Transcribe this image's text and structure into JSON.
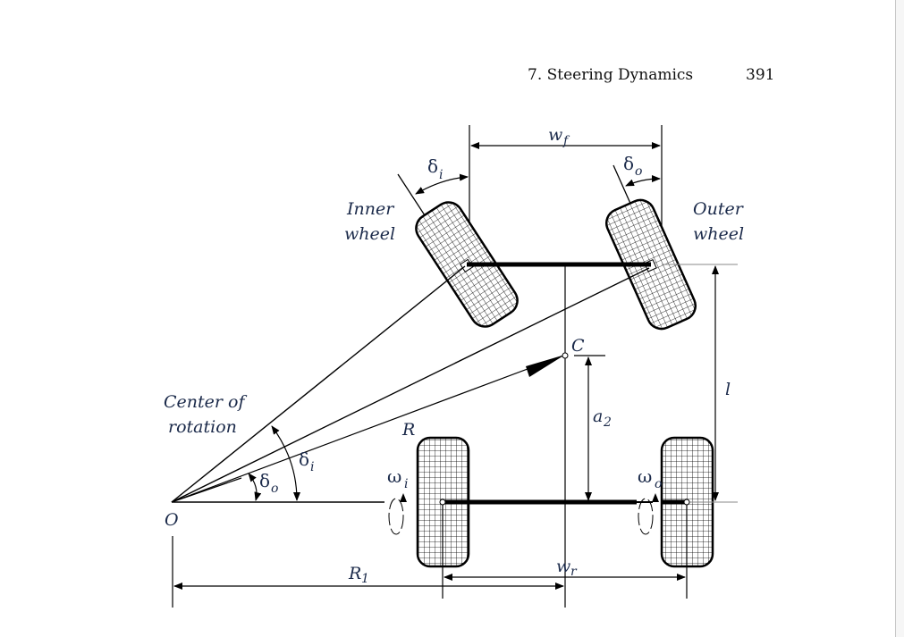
{
  "header": {
    "chapter": "7.  Steering Dynamics",
    "page_number": "391"
  },
  "figure": {
    "labels": {
      "wf": "w",
      "wf_sub": "f",
      "delta_i_top": "δ",
      "delta_i_top_sub": "i",
      "delta_o_top": "δ",
      "delta_o_top_sub": "o",
      "inner_wheel_1": "Inner",
      "inner_wheel_2": "wheel",
      "outer_wheel_1": "Outer",
      "outer_wheel_2": "wheel",
      "center_1": "Center of",
      "center_2": "rotation",
      "C": "C",
      "a2": "a",
      "a2_sub": "2",
      "l": "l",
      "R": "R",
      "delta_i": "δ",
      "delta_i_sub": "i",
      "delta_o": "δ",
      "delta_o_sub": "o",
      "omega_i": "ω",
      "omega_i_sub": "i",
      "omega_o": "ω",
      "omega_o_sub": "o",
      "O": "O",
      "R1": "R",
      "R1_sub": "1",
      "wr": "w",
      "wr_sub": "r"
    }
  }
}
